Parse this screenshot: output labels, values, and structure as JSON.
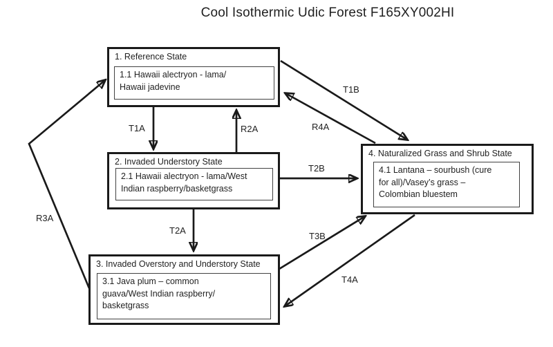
{
  "title": "Cool Isothermic Udic Forest F165XY002HI",
  "colors": {
    "line": "#1a1a1a",
    "background": "#ffffff",
    "inner_border": "#404040"
  },
  "states": [
    {
      "id": "1",
      "name": "1. Reference State",
      "community": "1.1 Hawaii alectryon - lama/\nHawaii jadevine"
    },
    {
      "id": "2",
      "name": "2. Invaded Understory State",
      "community": "2.1 Hawaii alectryon - lama/West\nIndian raspberry/basketgrass"
    },
    {
      "id": "3",
      "name": "3. Invaded Overstory and Understory State",
      "community": "3.1 Java plum – common\nguava/West Indian raspberry/\nbasketgrass"
    },
    {
      "id": "4",
      "name": "4. Naturalized Grass and Shrub State",
      "community": "4.1 Lantana – sourbush (cure\nfor all)/Vasey’s grass –\nColombian bluestem"
    }
  ],
  "transitions": [
    {
      "label": "T1A",
      "from": "1",
      "to": "2"
    },
    {
      "label": "R2A",
      "from": "2",
      "to": "1"
    },
    {
      "label": "T1B",
      "from": "1",
      "to": "4"
    },
    {
      "label": "R4A",
      "from": "4",
      "to": "1"
    },
    {
      "label": "T2A",
      "from": "2",
      "to": "3"
    },
    {
      "label": "T2B",
      "from": "2",
      "to": "4"
    },
    {
      "label": "R3A",
      "from": "3",
      "to": "1"
    },
    {
      "label": "T3B",
      "from": "3",
      "to": "4"
    },
    {
      "label": "T4A",
      "from": "4",
      "to": "3"
    }
  ]
}
